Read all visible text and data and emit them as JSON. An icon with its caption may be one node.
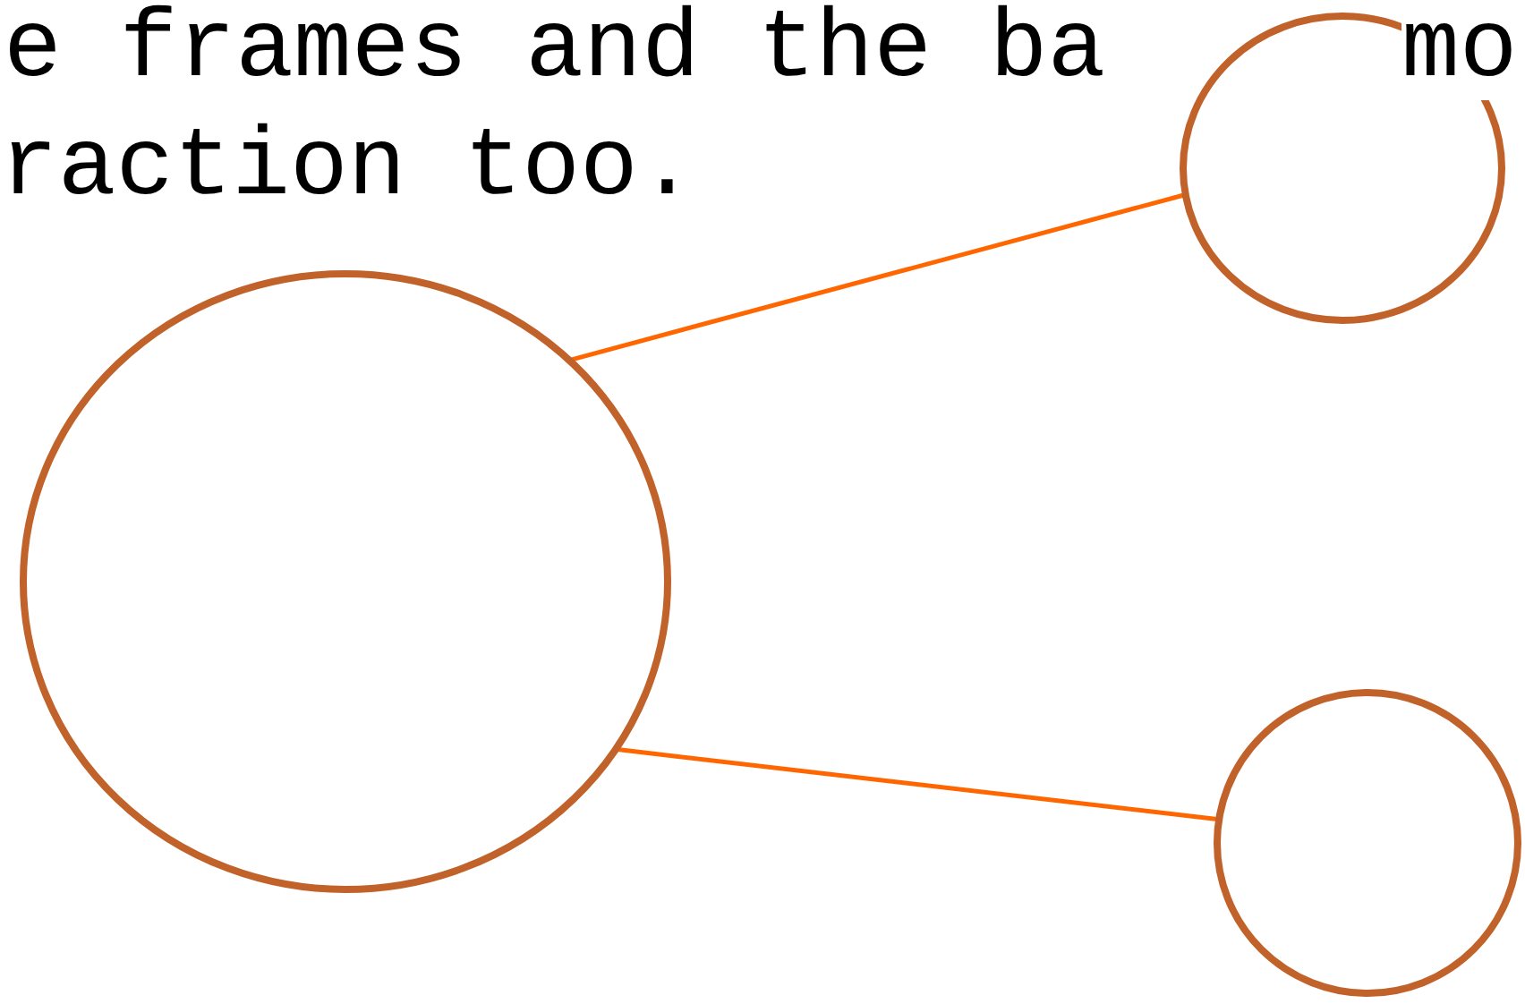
{
  "diagram": {
    "nodes": [
      {
        "text": [],
        "shape": "circle"
      },
      {
        "text": [],
        "shape": "circle"
      },
      {
        "text": [],
        "shape": "circle"
      }
    ],
    "edges": [
      {
        "from": 0,
        "to": 1,
        "arrow": "none"
      },
      {
        "from": 0,
        "to": 2,
        "arrow": "none"
      }
    ],
    "labels": [
      "e frames and the ba",
      "mo",
      "raction too."
    ]
  }
}
